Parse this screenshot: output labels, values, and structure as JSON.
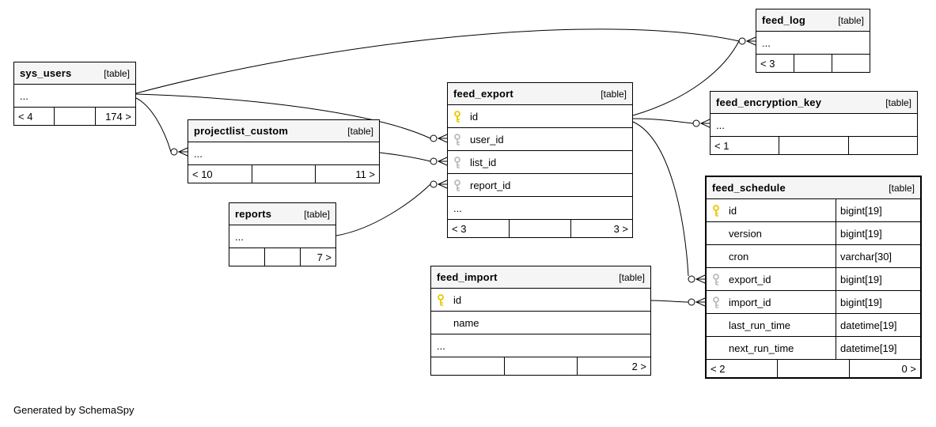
{
  "page": {
    "credit": "Generated by SchemaSpy"
  },
  "colors": {
    "border": "#000000",
    "header_bg": "#f5f5f5",
    "primary_key": "#e8c800",
    "foreign_key": "#bbbbbb"
  },
  "tables": {
    "sys_users": {
      "name": "sys_users",
      "tag": "[table]",
      "rows": [
        {
          "label": "...",
          "key": "none"
        }
      ],
      "footer": [
        "< 4",
        "",
        "174 >"
      ]
    },
    "projectlist_custom": {
      "name": "projectlist_custom",
      "tag": "[table]",
      "rows": [
        {
          "label": "...",
          "key": "none"
        }
      ],
      "footer": [
        "< 10",
        "",
        "11 >"
      ]
    },
    "reports": {
      "name": "reports",
      "tag": "[table]",
      "rows": [
        {
          "label": "...",
          "key": "none"
        }
      ],
      "footer": [
        "",
        "",
        "7 >"
      ]
    },
    "feed_export": {
      "name": "feed_export",
      "tag": "[table]",
      "rows": [
        {
          "label": "id",
          "key": "pk"
        },
        {
          "label": "user_id",
          "key": "fk"
        },
        {
          "label": "list_id",
          "key": "fk"
        },
        {
          "label": "report_id",
          "key": "fk"
        },
        {
          "label": "...",
          "key": "none"
        }
      ],
      "footer": [
        "< 3",
        "",
        "3 >"
      ]
    },
    "feed_log": {
      "name": "feed_log",
      "tag": "[table]",
      "rows": [
        {
          "label": "...",
          "key": "none"
        }
      ],
      "footer": [
        "< 3",
        "",
        ""
      ]
    },
    "feed_encryption_key": {
      "name": "feed_encryption_key",
      "tag": "[table]",
      "rows": [
        {
          "label": "...",
          "key": "none"
        }
      ],
      "footer": [
        "< 1",
        "",
        ""
      ]
    },
    "feed_schedule": {
      "name": "feed_schedule",
      "tag": "[table]",
      "rows": [
        {
          "label": "id",
          "key": "pk",
          "type": "bigint[19]"
        },
        {
          "label": "version",
          "key": "none",
          "type": "bigint[19]"
        },
        {
          "label": "cron",
          "key": "none",
          "type": "varchar[30]"
        },
        {
          "label": "export_id",
          "key": "fk",
          "type": "bigint[19]"
        },
        {
          "label": "import_id",
          "key": "fk",
          "type": "bigint[19]"
        },
        {
          "label": "last_run_time",
          "key": "none",
          "type": "datetime[19]"
        },
        {
          "label": "next_run_time",
          "key": "none",
          "type": "datetime[19]"
        }
      ],
      "footer": [
        "< 2",
        "",
        "0 >"
      ]
    },
    "feed_import": {
      "name": "feed_import",
      "tag": "[table]",
      "rows": [
        {
          "label": "id",
          "key": "pk"
        },
        {
          "label": "name",
          "key": "none"
        },
        {
          "label": "...",
          "key": "none"
        }
      ],
      "footer": [
        "",
        "",
        "2 >"
      ]
    }
  },
  "relationships": [
    {
      "from": "sys_users",
      "to": "feed_log"
    },
    {
      "from": "sys_users",
      "to": "projectlist_custom"
    },
    {
      "from": "sys_users",
      "to": "feed_export.user_id"
    },
    {
      "from": "projectlist_custom",
      "to": "feed_export.list_id"
    },
    {
      "from": "reports",
      "to": "feed_export.report_id"
    },
    {
      "from": "feed_export",
      "to": "feed_log"
    },
    {
      "from": "feed_export",
      "to": "feed_encryption_key"
    },
    {
      "from": "feed_export",
      "to": "feed_schedule.export_id"
    },
    {
      "from": "feed_import",
      "to": "feed_schedule.import_id"
    }
  ]
}
